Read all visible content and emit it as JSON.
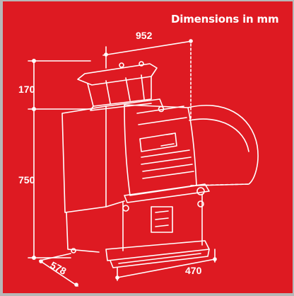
{
  "header": {
    "title": "Dimensions in mm"
  },
  "dimensions": {
    "width": "952",
    "top_height": "170",
    "body_height": "750",
    "depth": "578",
    "base_width": "470"
  },
  "colors": {
    "background": "#de1a22",
    "lines": "#ffffff",
    "frame": "#b7b7b7"
  }
}
